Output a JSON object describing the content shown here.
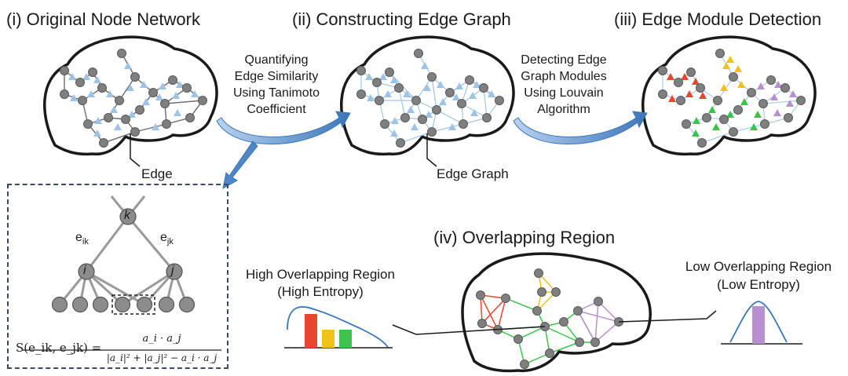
{
  "titles": {
    "panel1": "(i) Original Node Network",
    "panel2": "(ii) Constructing Edge Graph",
    "panel3": "(iii) Edge Module Detection",
    "panel4": "(iv) Overlapping Region"
  },
  "arrows": {
    "step1": [
      "Quantifying",
      "Edge Similarity",
      "Using Tanimoto",
      "Coefficient"
    ],
    "step2": [
      "Detecting Edge",
      "Graph Modules",
      "Using Louvain",
      "Algorithm"
    ]
  },
  "callouts": {
    "edge": "Edge",
    "edge_graph": "Edge Graph"
  },
  "inset": {
    "node_k": "k",
    "node_i": "i",
    "node_j": "j",
    "edge_ik": "e",
    "edge_ik_sub": "ik",
    "edge_jk": "e",
    "edge_jk_sub": "jk",
    "formula_lhs": "S(e_ik, e_jk) =",
    "formula_num": "a_i · a_j",
    "formula_den": "|a_i|² + |a_j|² − a_i · a_j"
  },
  "overlap": {
    "high_title": "High Overlapping Region",
    "high_sub": "(High Entropy)",
    "low_title": "Low Overlapping Region",
    "low_sub": "(Low Entropy)"
  },
  "colors": {
    "node": "#7f7f7f",
    "triangle_blue": "#9dc3e6",
    "module_red": "#e8472f",
    "module_yellow": "#f2c21b",
    "module_green": "#3cc44a",
    "module_purple": "#b88fd0",
    "arrow_blue": "#3b76ba",
    "dash_border": "#3d4a66"
  }
}
